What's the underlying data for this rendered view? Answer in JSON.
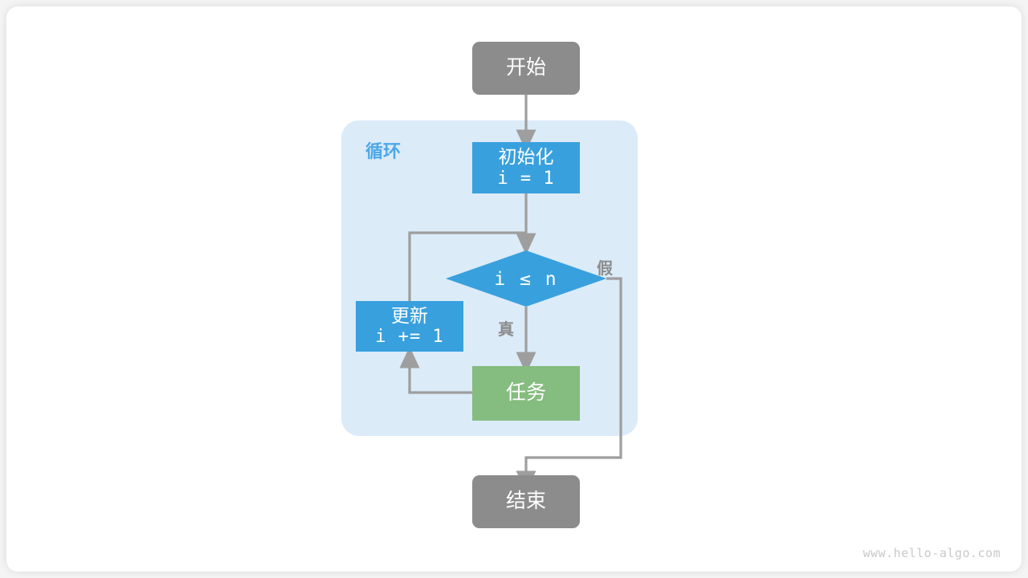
{
  "diagram": {
    "title_watermark": "www.hello-algo.com",
    "container": {
      "label": "循环",
      "fill": "#DBEBF8",
      "label_color": "#4DA8E8"
    },
    "colors": {
      "terminal": "#8c8c8c",
      "process_blue": "#39A0DE",
      "process_green": "#85BC7F",
      "edge": "#9e9e9e",
      "text_light": "#ffffff",
      "card": "#ffffff",
      "background": "#f4f4f4"
    },
    "nodes": [
      {
        "id": "start",
        "shape": "terminal",
        "line1": "开始"
      },
      {
        "id": "init",
        "shape": "process",
        "line1": "初始化",
        "line2": "i = 1"
      },
      {
        "id": "condition",
        "shape": "diamond",
        "line1": "i ≤ n"
      },
      {
        "id": "update",
        "shape": "process",
        "line1": "更新",
        "line2": "i += 1"
      },
      {
        "id": "task",
        "shape": "process",
        "line1": "任务"
      },
      {
        "id": "end",
        "shape": "terminal",
        "line1": "结束"
      }
    ],
    "edge_labels": {
      "true": "真",
      "false": "假"
    }
  }
}
